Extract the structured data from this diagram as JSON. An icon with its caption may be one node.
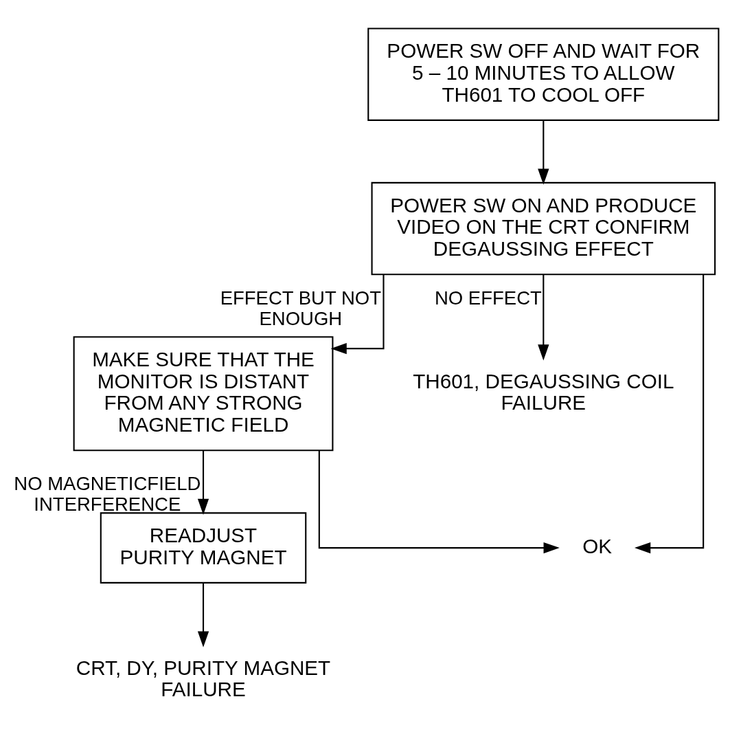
{
  "diagram": {
    "nodes": [
      {
        "text": [
          "POWER SW OFF AND WAIT FOR 5 – 10 MINUTES TO ALLOW TH601 TO COOL OFF"
        ]
      },
      {
        "text": [
          "POWER SW ON AND PRODUCE VIDEO ON THE CRT CONFIRM DEGAUSSING EFFECT"
        ]
      },
      {
        "text": [
          "MAKE SURE THAT THE MONITOR IS DISTANT FROM ANY STRONG MAGNETIC FIELD"
        ]
      },
      {
        "text": [
          "TH601, DEGAUSSING COIL FAILURE"
        ]
      },
      {
        "text": [
          "READJUST PURITY MAGNET"
        ]
      },
      {
        "text": [
          "OK"
        ]
      },
      {
        "text": [
          "CRT, DY, PURITY MAGNET FAILURE"
        ]
      }
    ],
    "edges": [
      {
        "from": 0,
        "to": 1,
        "arrow": "to"
      },
      {
        "from": 1,
        "to": 5,
        "arrow": "to"
      },
      {
        "from": 1,
        "to": 2,
        "arrow": "to",
        "label": "EFFECT BUT NOT ENOUGH"
      },
      {
        "from": 1,
        "to": 3,
        "arrow": "to",
        "label": "NO EFFECT"
      },
      {
        "from": 2,
        "to": 5,
        "arrow": "to"
      },
      {
        "from": 2,
        "to": 4,
        "arrow": "to",
        "label": "NO MAGNETICFIELD INTERFERENCE"
      },
      {
        "from": 4,
        "to": 6,
        "arrow": "to"
      }
    ]
  }
}
